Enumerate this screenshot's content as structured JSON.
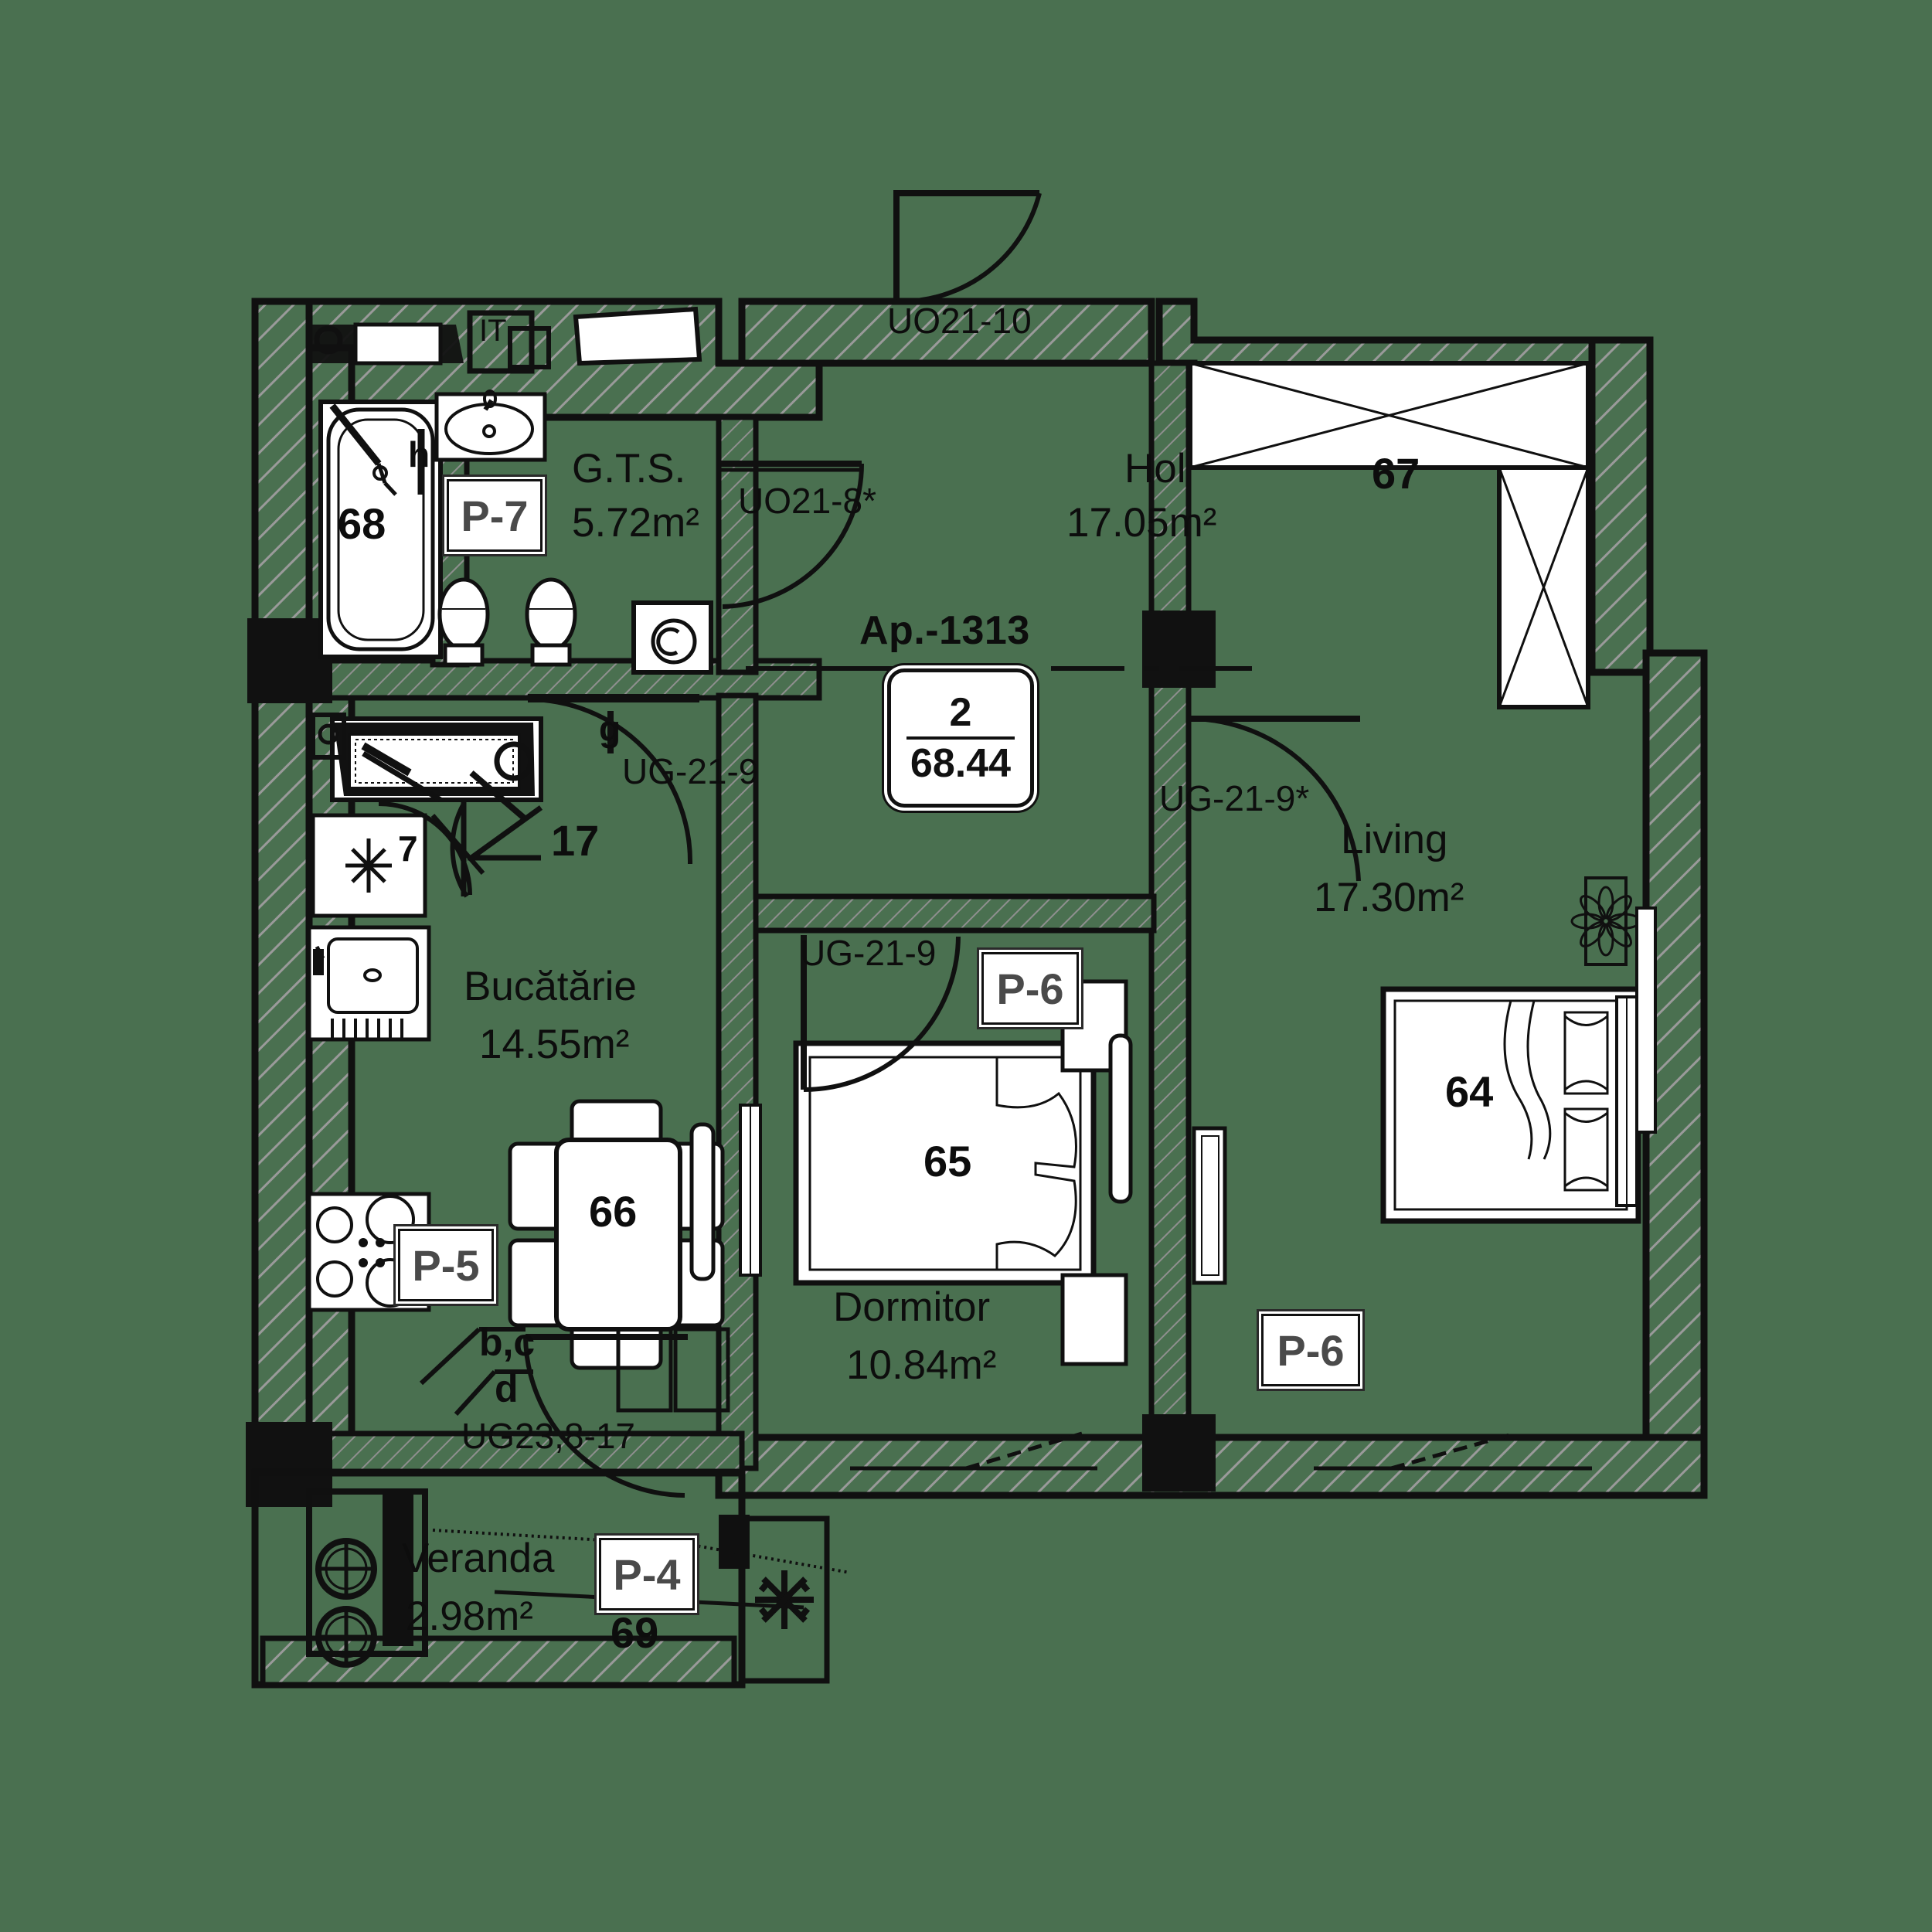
{
  "plan": {
    "title": "Ap.-1313",
    "apartment_badge": {
      "rooms": "2",
      "area": "68.44"
    },
    "background_color": "#4a7050",
    "line_color": "#101010",
    "fill_color": "#ffffff"
  },
  "rooms": [
    {
      "name": "G.T.S.",
      "area": "5.72m²"
    },
    {
      "name": "Hol",
      "area": "17.05m²"
    },
    {
      "name": "Living",
      "area": "17.30m²"
    },
    {
      "name": "Bucătărie",
      "area": "14.55m²"
    },
    {
      "name": "Dormitor",
      "area": "10.84m²"
    },
    {
      "name": "Veranda",
      "area": "2.98m²"
    }
  ],
  "furniture_numbers": {
    "bathtub": "68",
    "wardrobe": "67",
    "bed_living": "64",
    "bed_dormitor": "65",
    "dining_table": "66",
    "ac_outdoor": "69",
    "shower": "17",
    "washer_7": "7"
  },
  "package_badges": {
    "p7": "P-7",
    "p6_dormitor": "P-6",
    "p6_living": "P-6",
    "p5": "P-5",
    "p4": "P-4"
  },
  "window_door_codes": {
    "uo21_10": "UO21-10",
    "uo21_8s": "UO21-8*",
    "ug_21_9_kitchen": "UG-21-9",
    "ug_21_9_dorm": "UG-21-9",
    "ug_21_9_living": "UG-21-9*",
    "ug23_8_17": "UG23,8-17"
  },
  "markers": {
    "h": "h",
    "g": "g",
    "bc": "b,c",
    "d": "d",
    "it": "IT"
  }
}
